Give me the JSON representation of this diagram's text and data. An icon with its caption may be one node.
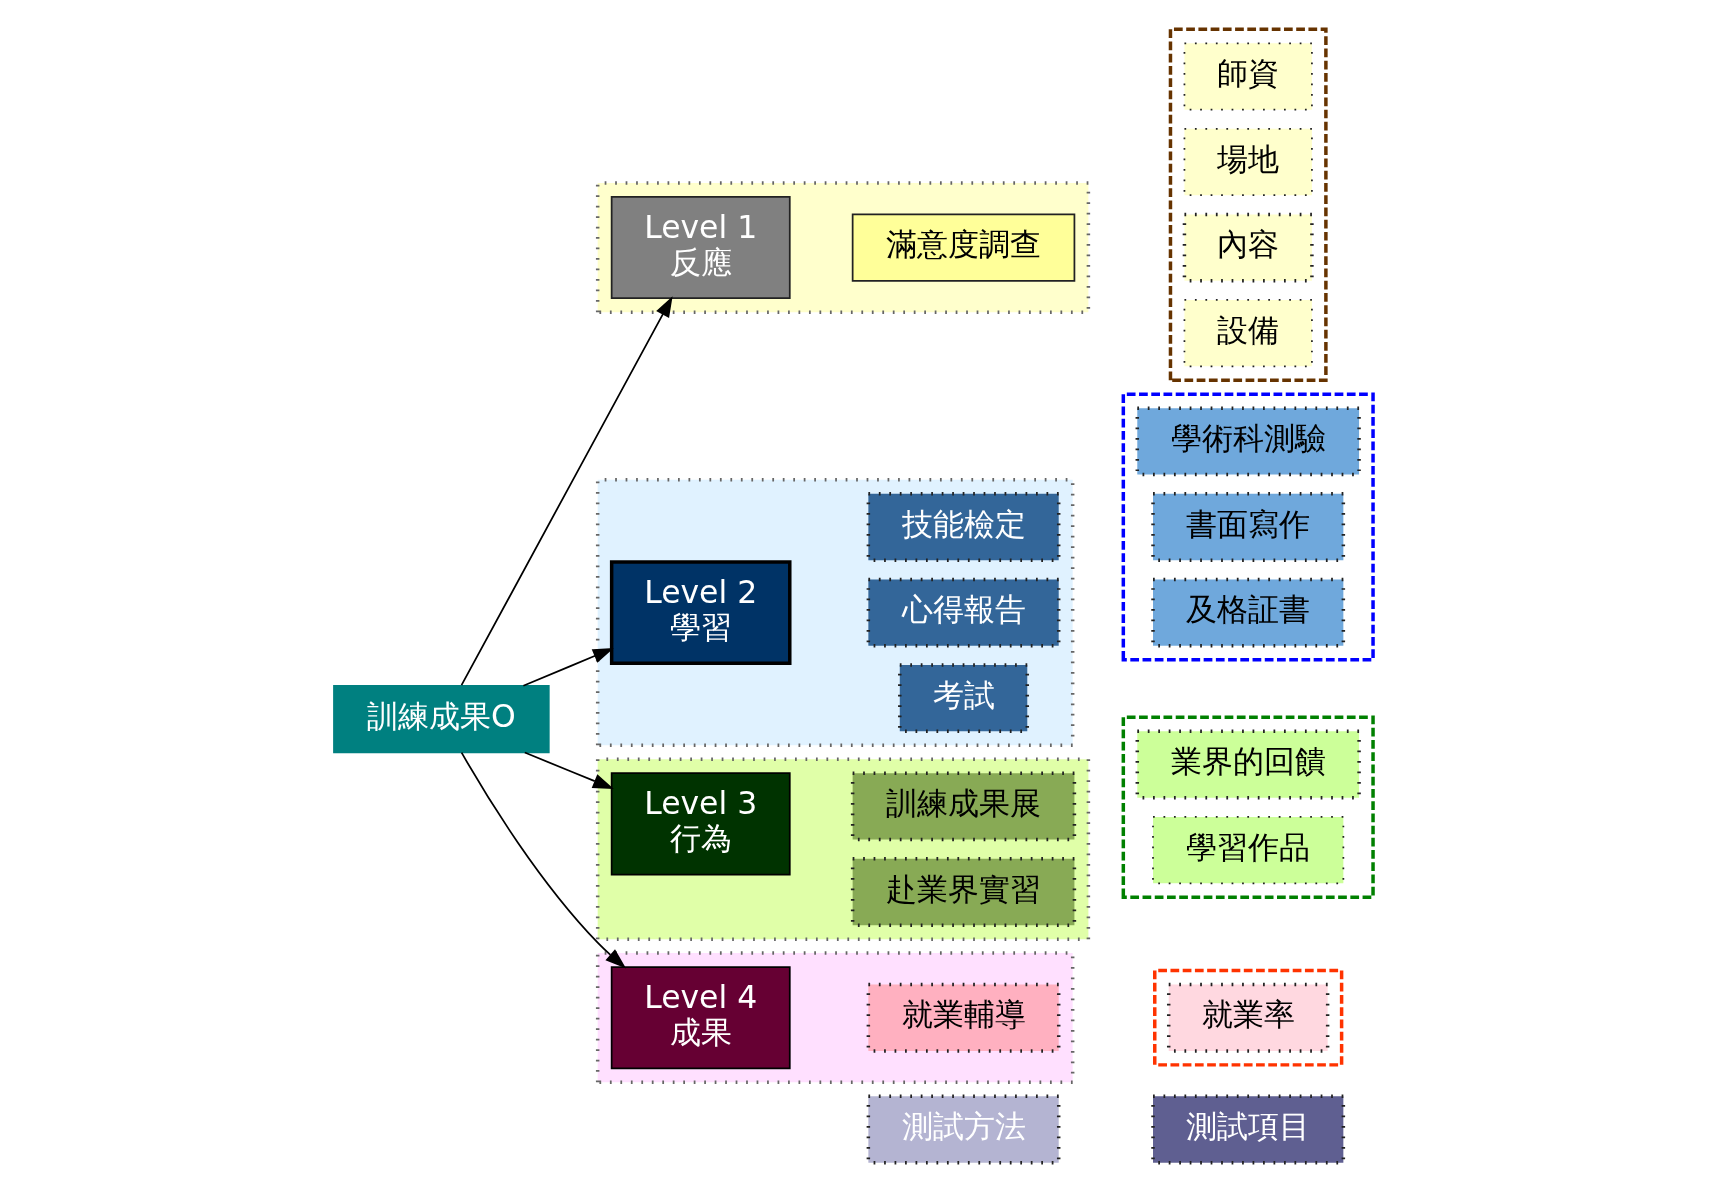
{
  "diagram": {
    "nodes": [
      {
        "text": [
          "測試方法"
        ]
      },
      {
        "text": [
          "測試項目"
        ]
      },
      {
        "text": [
          "訓練成果O"
        ]
      },
      {
        "text": [],
        "shape": "box"
      },
      {
        "text": [
          "Level 1",
          "反應"
        ],
        "in": 3
      },
      {
        "text": [
          "滿意度調查"
        ],
        "in": 3
      },
      {
        "text": [],
        "shape": "box"
      },
      {
        "text": [
          "師資"
        ],
        "in": 6
      },
      {
        "text": [
          "場地"
        ],
        "in": 6
      },
      {
        "text": [
          "內容"
        ],
        "in": 6
      },
      {
        "text": [
          "設備"
        ],
        "in": 6
      },
      {
        "text": [],
        "shape": "box"
      },
      {
        "text": [
          "Level 2",
          "學習"
        ],
        "in": 11
      },
      {
        "text": [
          "考試"
        ],
        "in": 11
      },
      {
        "text": [
          "心得報告"
        ],
        "in": 11
      },
      {
        "text": [
          "技能檢定"
        ],
        "in": 11
      },
      {
        "text": [],
        "shape": "box"
      },
      {
        "text": [
          "學術科測驗"
        ],
        "in": 16
      },
      {
        "text": [
          "書面寫作"
        ],
        "in": 16
      },
      {
        "text": [
          "及格証書"
        ],
        "in": 16
      },
      {
        "text": [],
        "shape": "box"
      },
      {
        "text": [
          "Level 3",
          "行為"
        ],
        "in": 20
      },
      {
        "text": [
          "赴業界實習"
        ],
        "in": 20
      },
      {
        "text": [
          "訓練成果展"
        ],
        "in": 20
      },
      {
        "text": [],
        "shape": "box"
      },
      {
        "text": [
          "業界的回饋"
        ],
        "in": 24
      },
      {
        "text": [
          "學習作品"
        ],
        "in": 24
      },
      {
        "text": [],
        "shape": "box"
      },
      {
        "text": [
          "Level 4",
          "成果"
        ],
        "in": 27
      },
      {
        "text": [
          "就業輔導"
        ],
        "in": 27
      },
      {
        "text": [],
        "shape": "box"
      },
      {
        "text": [
          "就業率"
        ],
        "in": 30
      }
    ],
    "edges": [
      {
        "from": 2,
        "to": 4,
        "arrow": "to"
      },
      {
        "from": 2,
        "to": 12,
        "arrow": "to"
      },
      {
        "from": 2,
        "to": 21,
        "arrow": "to"
      },
      {
        "from": 2,
        "to": 28,
        "arrow": "to"
      }
    ]
  }
}
